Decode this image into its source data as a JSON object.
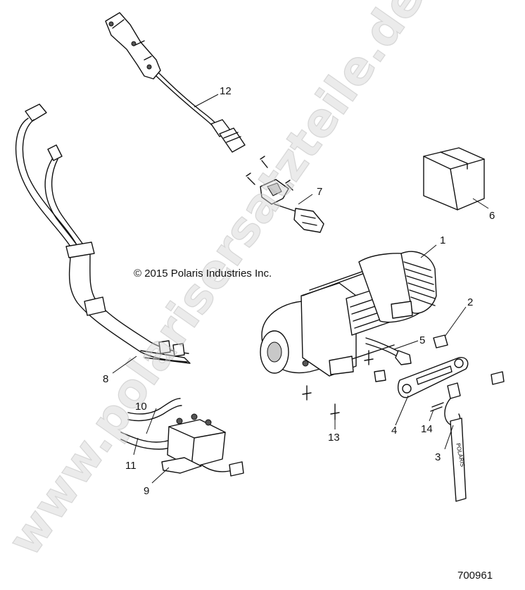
{
  "copyright": "© 2015 Polaris Industries Inc.",
  "drawing_number": "700961",
  "watermark": "www.polarisersatzteile.de",
  "strap_lettering": "POLARIS",
  "callouts": {
    "c1": "1",
    "c2": "2",
    "c3": "3",
    "c4": "4",
    "c5": "5",
    "c6": "6",
    "c7": "7",
    "c8": "8",
    "c9": "9",
    "c10": "10",
    "c11": "11",
    "c12": "12",
    "c13": "13",
    "c14": "14"
  },
  "colors": {
    "line": "#111111",
    "watermark": "#d2d2d2",
    "background": "#ffffff"
  }
}
